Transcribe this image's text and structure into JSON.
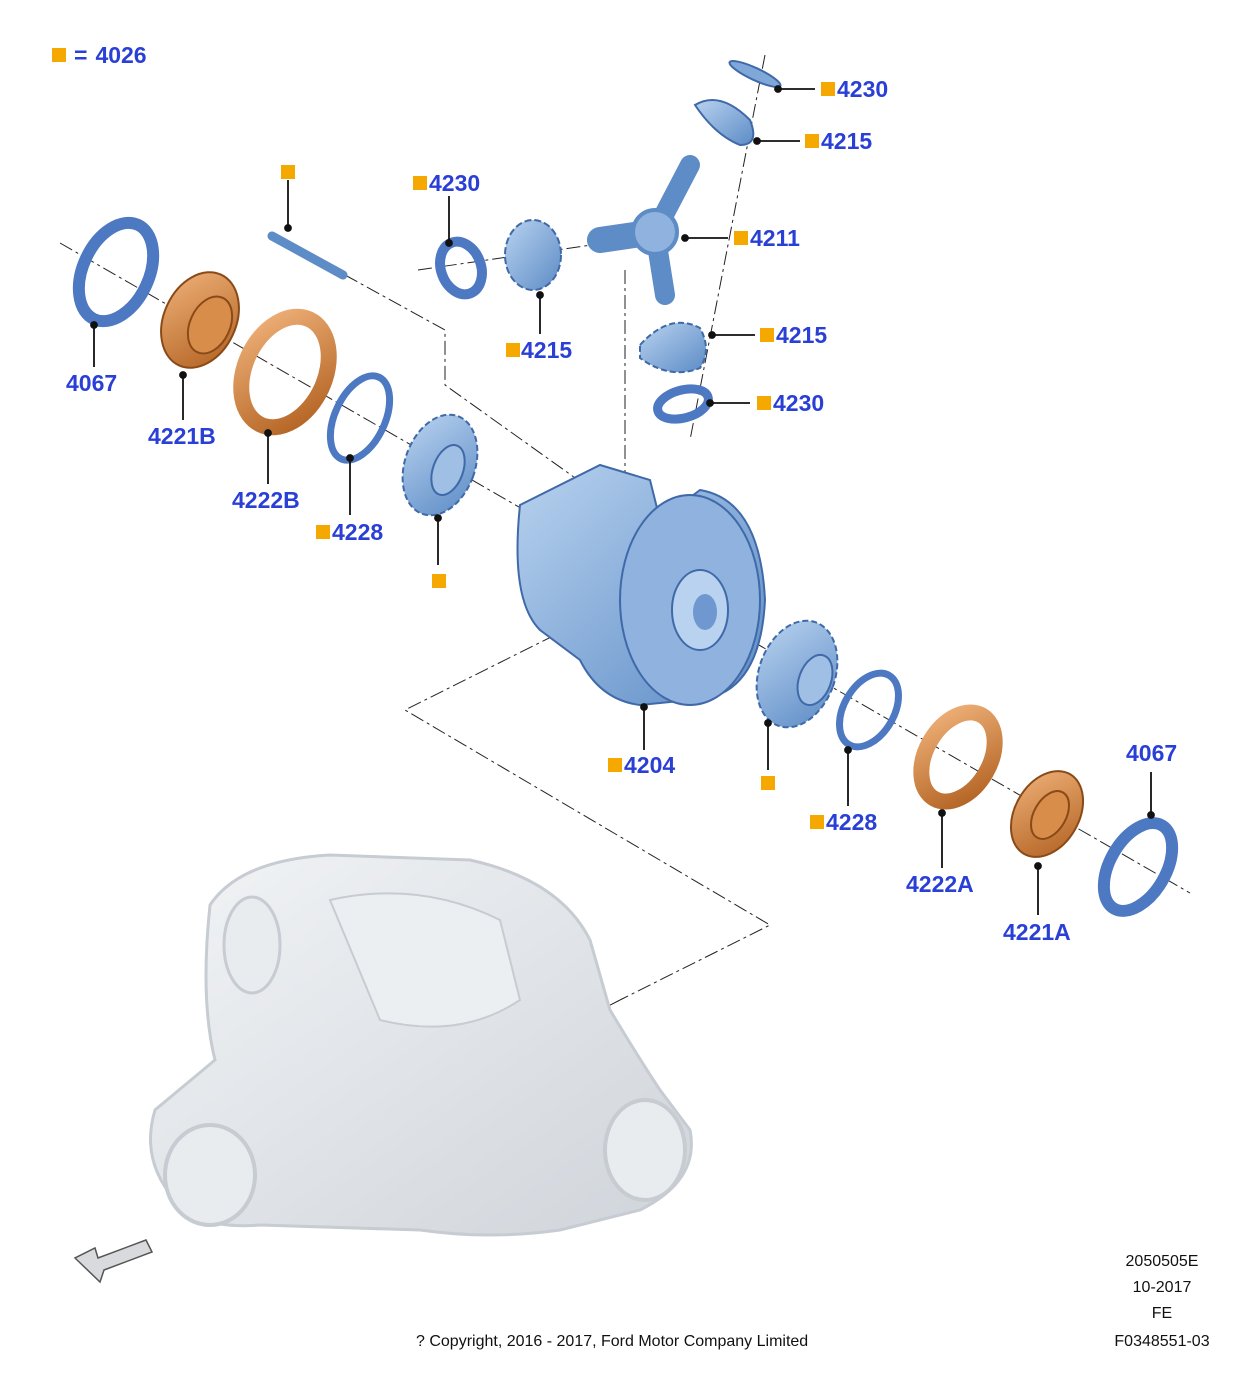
{
  "legend": {
    "kit_number": "4026",
    "equals": "="
  },
  "colors": {
    "label": "#2a3fd6",
    "kit_marker": "#f5a800",
    "part_blue": "#7fa8d8",
    "bearing": "#c8762e",
    "housing": "#dde1e6"
  },
  "labels": {
    "shim_left": "4067",
    "bearing_left": "4221B",
    "cup_left": "4222B",
    "washer_left": "4228",
    "washer_top_left": "4230",
    "washer_top_right": "4230",
    "gear_top_left": "4215",
    "gear_top_right": "4215",
    "cross_shaft": "4211",
    "gear_right": "4215",
    "washer_right": "4230",
    "case": "4204",
    "washer_right_lower": "4228",
    "cup_right": "4222A",
    "bearing_right": "4221A",
    "shim_right": "4067"
  },
  "meta": {
    "drawing_id": "2050505E",
    "date": "10-2017",
    "code": "FE",
    "figure_id": "F0348551-03",
    "copyright": "? Copyright, 2016 - 2017, Ford Motor Company Limited"
  }
}
